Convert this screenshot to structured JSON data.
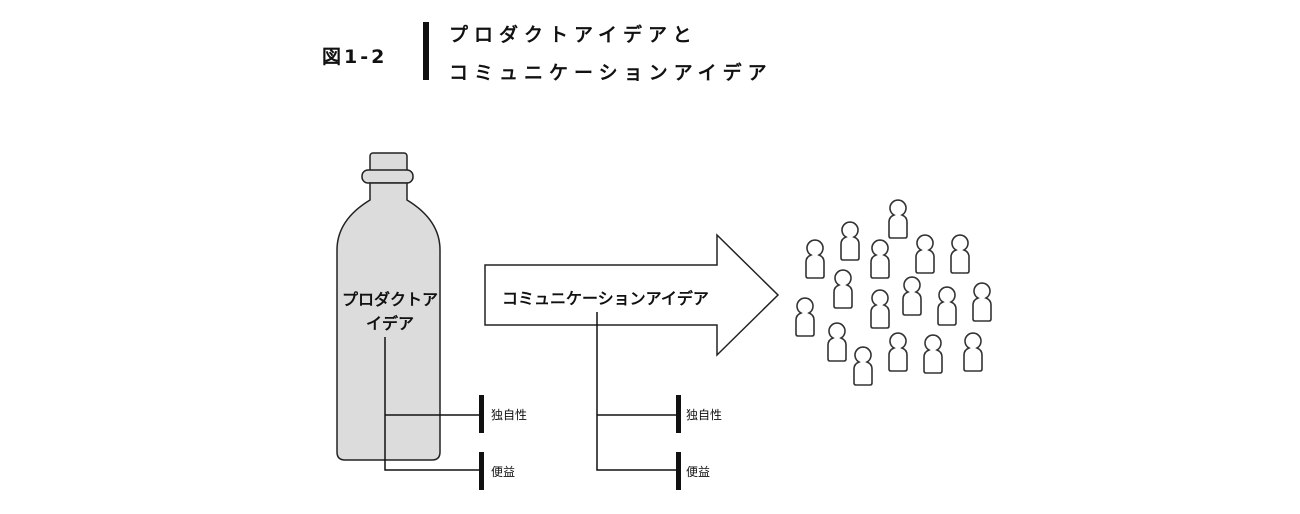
{
  "figure_number": "図1-2",
  "title_line1": "プロダクトアイデアと",
  "title_line2": "コミュニケーションアイデア",
  "bottle_label": "プロダクトアイデア",
  "arrow_label": "コミュニケーションアイデア",
  "product_attributes": [
    "独自性",
    "便益"
  ],
  "communication_attributes": [
    "独自性",
    "便益"
  ],
  "audience_count": 17
}
